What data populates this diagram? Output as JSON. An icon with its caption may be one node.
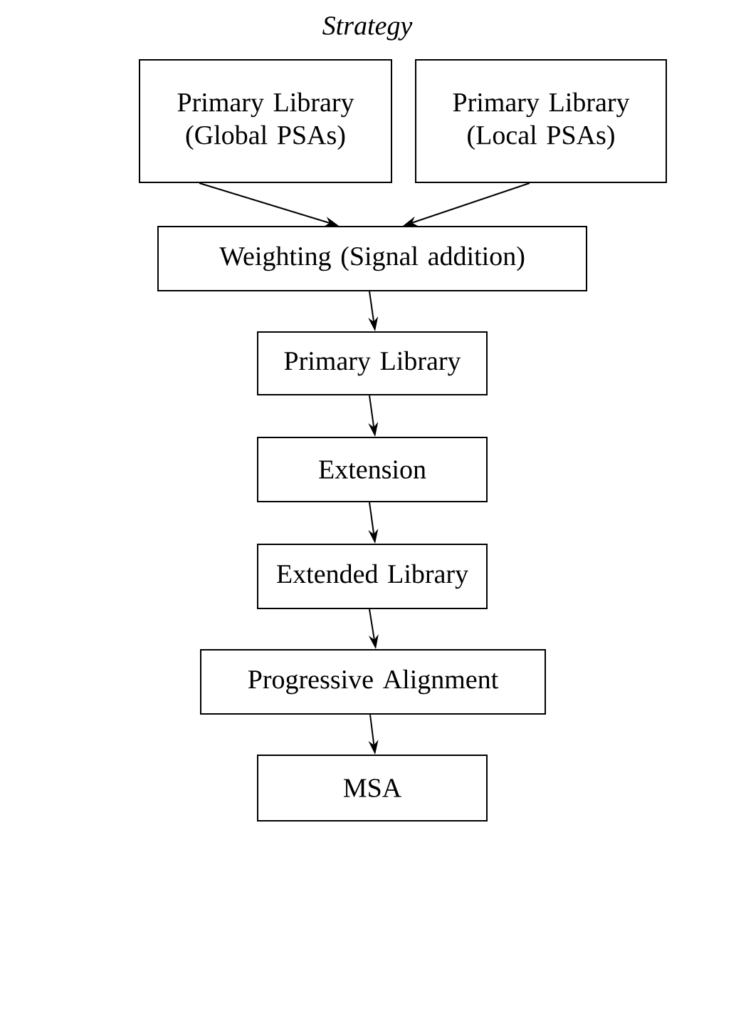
{
  "diagram": {
    "title": "Strategy",
    "nodes": [
      {
        "text": [
          "Primary Library (Global PSAs)"
        ]
      },
      {
        "text": [
          "Primary Library (Local PSAs)"
        ]
      },
      {
        "text": [
          "Weighting (Signal addition)"
        ]
      },
      {
        "text": [
          "Primary Library"
        ]
      },
      {
        "text": [
          "Extension"
        ]
      },
      {
        "text": [
          "Extended Library"
        ]
      },
      {
        "text": [
          "Progressive Alignment"
        ]
      },
      {
        "text": [
          "MSA"
        ]
      }
    ],
    "edges": [
      {
        "from": 0,
        "to": 2,
        "arrow": "to"
      },
      {
        "from": 1,
        "to": 2,
        "arrow": "to"
      },
      {
        "from": 2,
        "to": 3,
        "arrow": "to"
      },
      {
        "from": 3,
        "to": 4,
        "arrow": "to"
      },
      {
        "from": 4,
        "to": 5,
        "arrow": "to"
      },
      {
        "from": 5,
        "to": 6,
        "arrow": "to"
      },
      {
        "from": 6,
        "to": 7,
        "arrow": "to"
      }
    ]
  }
}
